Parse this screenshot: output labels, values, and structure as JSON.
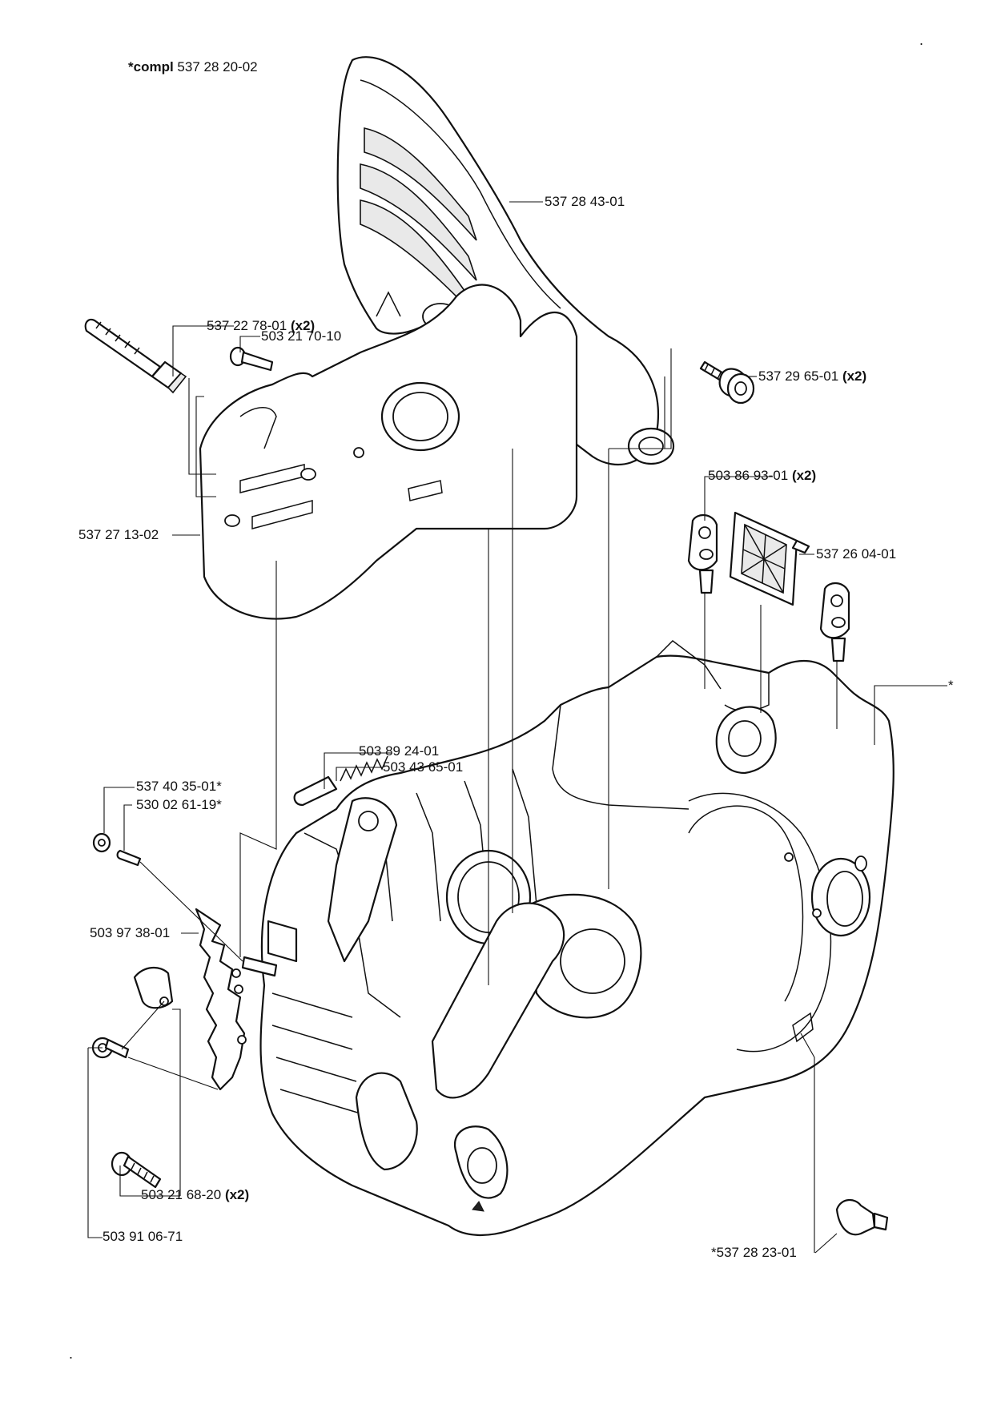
{
  "title": {
    "bold": "*compl",
    "number": "537 28 20-02"
  },
  "callouts": {
    "c1": {
      "number": "537 28 43-01",
      "qty": ""
    },
    "c2": {
      "number": "537 22 78-01",
      "qty": "(x2)"
    },
    "c3": {
      "number": "503 21 70-10",
      "qty": ""
    },
    "c4": {
      "number": "537 29 65-01",
      "qty": "(x2)"
    },
    "c5": {
      "number": "503 86 93-01",
      "qty": "(x2)"
    },
    "c6": {
      "number": "537 27 13-02",
      "qty": ""
    },
    "c7": {
      "number": "537 26 04-01",
      "qty": ""
    },
    "c8": {
      "number": "*",
      "qty": ""
    },
    "c9": {
      "number": "503 89 24-01",
      "qty": ""
    },
    "c10": {
      "number": "503 43 65-01",
      "qty": ""
    },
    "c11": {
      "number": "537 40 35-01*",
      "qty": ""
    },
    "c12": {
      "number": "530 02 61-19*",
      "qty": ""
    },
    "c13": {
      "number": "503 97 38-01",
      "qty": ""
    },
    "c14": {
      "number": "*537 28 23-01",
      "qty": ""
    },
    "c15": {
      "number": "503 21 68-20",
      "qty": "(x2)"
    },
    "c16": {
      "number": "503 91 06-71",
      "qty": ""
    }
  },
  "marks": {
    "top_right": ".",
    "bottom_left": "."
  }
}
